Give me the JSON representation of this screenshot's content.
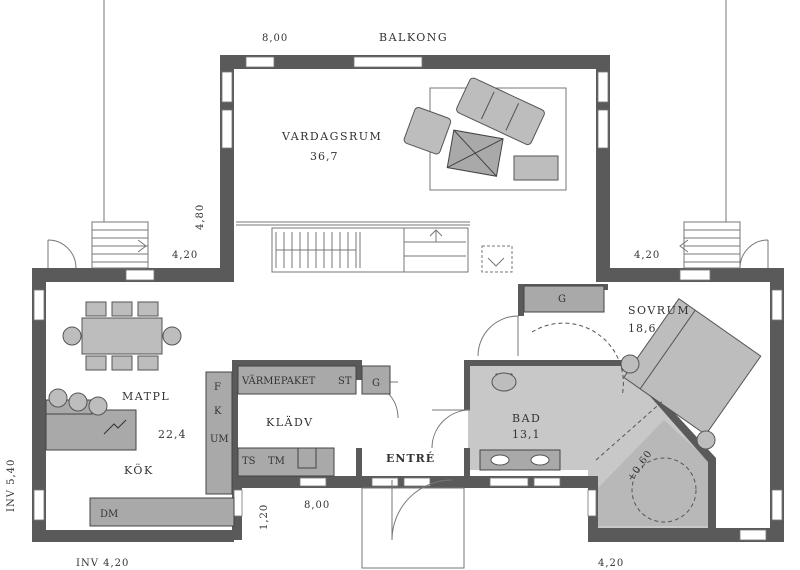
{
  "rooms": {
    "balkong": "BALKONG",
    "vardagsrum": {
      "name": "VARDAGSRUM",
      "area": "36,7"
    },
    "sovrum": {
      "name": "SOVRUM",
      "area": "18,6"
    },
    "matpl": {
      "name": "MATPL",
      "area": "22,4"
    },
    "kok": "KÖK",
    "kladv": "KLÄDV",
    "bad": {
      "name": "BAD",
      "area": "13,1"
    },
    "entre": "ENTRÉ"
  },
  "fixtures": {
    "varmepaket": "VÄRMEPAKET",
    "st": "ST",
    "g_top": "G",
    "g_right": "G",
    "f": "F",
    "k": "K",
    "um": "UM",
    "ts": "TS",
    "tm": "TM",
    "dm": "DM"
  },
  "dimensions": {
    "top_width": "8,00",
    "left_height": "4,80",
    "left_step": "4,20",
    "right_step": "4,20",
    "inv_height": "INV 5,40",
    "inv_width": "INV 4,20",
    "entry_width": "8,00",
    "entry_depth": "1,20",
    "bottom_right": "4,20",
    "level": "+0,60"
  },
  "colors": {
    "wall": "#5a5a5a",
    "bath_floor": "#c8c8c8",
    "furniture": "#bdbdbd"
  }
}
